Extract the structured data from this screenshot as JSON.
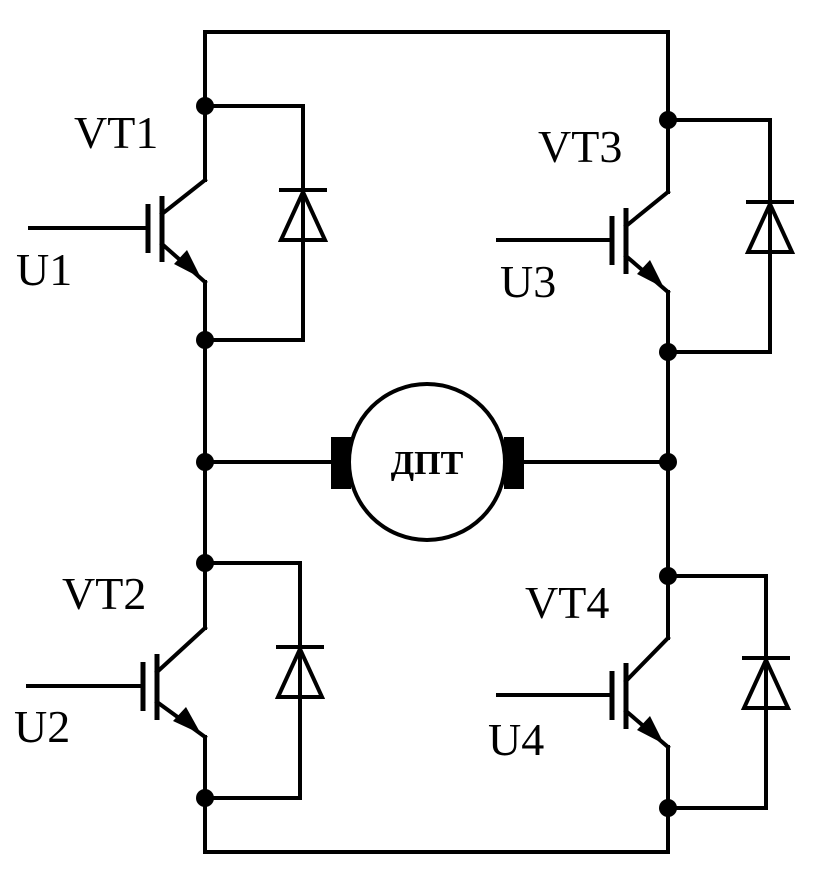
{
  "diagram": {
    "type": "H-bridge circuit schematic",
    "transistors": [
      {
        "label": "VT1",
        "gate_label": "U1"
      },
      {
        "label": "VT2",
        "gate_label": "U2"
      },
      {
        "label": "VT3",
        "gate_label": "U3"
      },
      {
        "label": "VT4",
        "gate_label": "U4"
      }
    ],
    "motor": {
      "label": "ДПТ"
    },
    "colors": {
      "ink": "#000000",
      "background": "#ffffff"
    }
  }
}
